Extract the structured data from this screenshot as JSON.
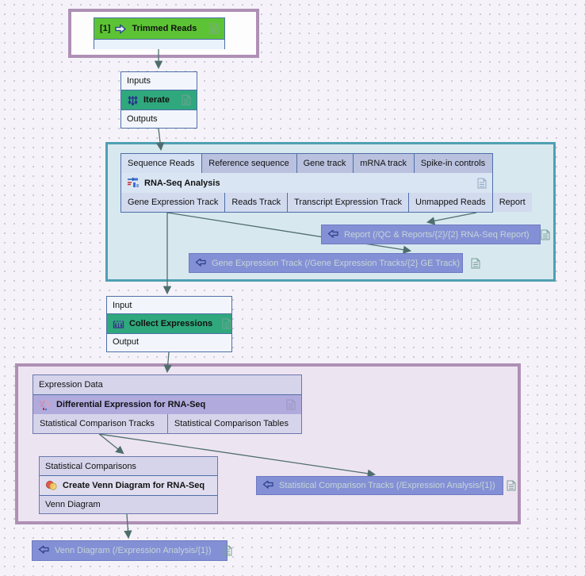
{
  "workflow": {
    "trimmed": {
      "badge": "[1]",
      "label": "Trimmed Reads"
    },
    "iterate": {
      "inputs_label": "Inputs",
      "title": "Iterate",
      "outputs_label": "Outputs"
    },
    "rnaseq": {
      "title": "RNA-Seq Analysis",
      "input_ports": [
        "Sequence Reads",
        "Reference sequence",
        "Gene track",
        "mRNA track",
        "Spike-in controls"
      ],
      "output_ports": [
        "Gene Expression Track",
        "Reads Track",
        "Transcript Expression Track",
        "Unmapped Reads",
        "Report"
      ]
    },
    "collect": {
      "input_label": "Input",
      "title": "Collect Expressions",
      "output_label": "Output"
    },
    "diffexp": {
      "input_port": "Expression Data",
      "title": "Differential Expression for RNA-Seq",
      "output_ports": [
        "Statistical Comparison Tracks",
        "Statistical Comparison Tables"
      ]
    },
    "venn": {
      "input_port": "Statistical Comparisons",
      "title": "Create Venn Diagram for RNA-Seq",
      "output_port": "Venn Diagram"
    },
    "outputs": {
      "report": "Report (/QC & Reports/{2}/{2} RNA-Seq Report)",
      "ge_track": "Gene Expression Track (/Gene Expression Tracks/{2} GE Track)",
      "stat_tracks": "Statistical Comparison Tracks (/Expression Analysis/{1})",
      "venn": "Venn Diagram (/Expression Analysis/{1})"
    }
  },
  "icons": {
    "document": "page outline glyph",
    "input_arrow": "right block arrow",
    "output_arrow": "left block arrow",
    "iterate": "three down arrows",
    "collect": "bar-collect glyph",
    "rnaseq": "reads-alignment glyph",
    "diffexp": "scatter-curves glyph",
    "venn": "two overlapping circles"
  },
  "colors": {
    "bg": "#F5F3F9",
    "green_bright": "#5CC434",
    "green_teal": "#2FA87D",
    "periwinkle": "#8490D5",
    "teal_border": "#4FA0B2",
    "purple_border": "#AF90B5",
    "node_border": "#4E6FA8",
    "edge": "#4E6E6E",
    "port_lavender": "#B9C1DE",
    "purple_title": "#B1AADD"
  }
}
